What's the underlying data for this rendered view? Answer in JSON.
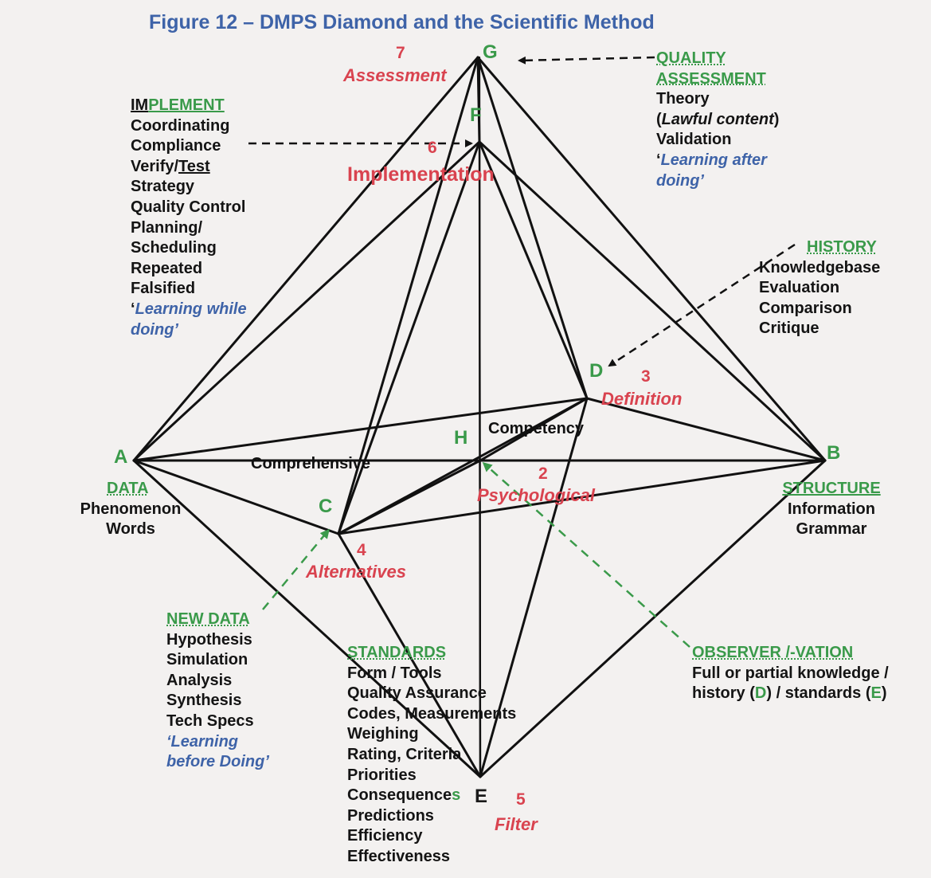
{
  "title": "Figure 12 – DMPS Diamond and the Scientific Method",
  "vertices": {
    "A": "A",
    "B": "B",
    "C": "C",
    "D": "D",
    "E": "E",
    "F": "F",
    "G": "G",
    "H": "H"
  },
  "stages": [
    {
      "number": "2",
      "label": "Psychological"
    },
    {
      "number": "3",
      "label": "Definition"
    },
    {
      "number": "4",
      "label": "Alternatives"
    },
    {
      "number": "5",
      "label": "Filter"
    },
    {
      "number": "6",
      "label": "Implementation"
    },
    {
      "number": "7",
      "label": "Assessment"
    }
  ],
  "inner_labels": {
    "competency": "Competency",
    "comprehensive": "Comprehensive"
  },
  "blocks": {
    "implement": {
      "heading_prefix": "IM",
      "heading_rest": "PLEMENT",
      "items": [
        "Coordinating",
        "Compliance"
      ],
      "verify_prefix": "Verify/",
      "verify_underlined": "Test",
      "items_after": [
        "Strategy",
        "Quality Control",
        "Planning/",
        "Scheduling",
        "Repeated",
        "Falsified"
      ],
      "quote_open": "‘",
      "quote_line1": "Learning while",
      "quote_line2": "doing’"
    },
    "quality_assessment": {
      "heading_line1": "QUALITY",
      "heading_line2": "ASSESSMENT",
      "theory": "Theory",
      "paren_open": "(",
      "lawful": "Lawful content",
      "paren_close": ")",
      "validation": "Validation",
      "quote_open": "‘",
      "quote_line1": "Learning after",
      "quote_line2": "doing’"
    },
    "history": {
      "heading": "HISTORY",
      "items": [
        "Knowledgebase",
        "Evaluation",
        "Comparison",
        "Critique"
      ]
    },
    "data": {
      "heading": "DATA",
      "items": [
        "Phenomenon",
        "Words"
      ]
    },
    "structure": {
      "heading": "STRUCTURE",
      "items": [
        "Information",
        "Grammar"
      ]
    },
    "new_data": {
      "heading": "NEW DATA",
      "items": [
        "Hypothesis",
        "Simulation",
        "Analysis",
        "Synthesis",
        "Tech Specs"
      ],
      "quote_line1": "‘Learning",
      "quote_line2": "before Doing’"
    },
    "standards": {
      "heading": "STANDARDS",
      "items": [
        "Form / Tools",
        "Quality Assurance",
        "Codes, Measurements",
        "Weighing",
        "Rating, Criteria",
        "Priorities"
      ],
      "consequences_main": "Consequence",
      "consequences_tail": "s",
      "items_after": [
        "Predictions",
        "Efficiency",
        "Effectiveness"
      ]
    },
    "observer": {
      "heading": "OBSERVER /-VATION",
      "line1": "Full or partial knowledge /",
      "line2_a": "history (",
      "line2_d": "D",
      "line2_b": ") / standards (",
      "line2_e": "E",
      "line2_c": ")"
    }
  },
  "colors": {
    "title": "#3e63a8",
    "vertex": "#3a9a4a",
    "stage": "#d9434f",
    "line": "#111111",
    "quote": "#3e63a8",
    "green_arrow": "#3a9a4a"
  }
}
